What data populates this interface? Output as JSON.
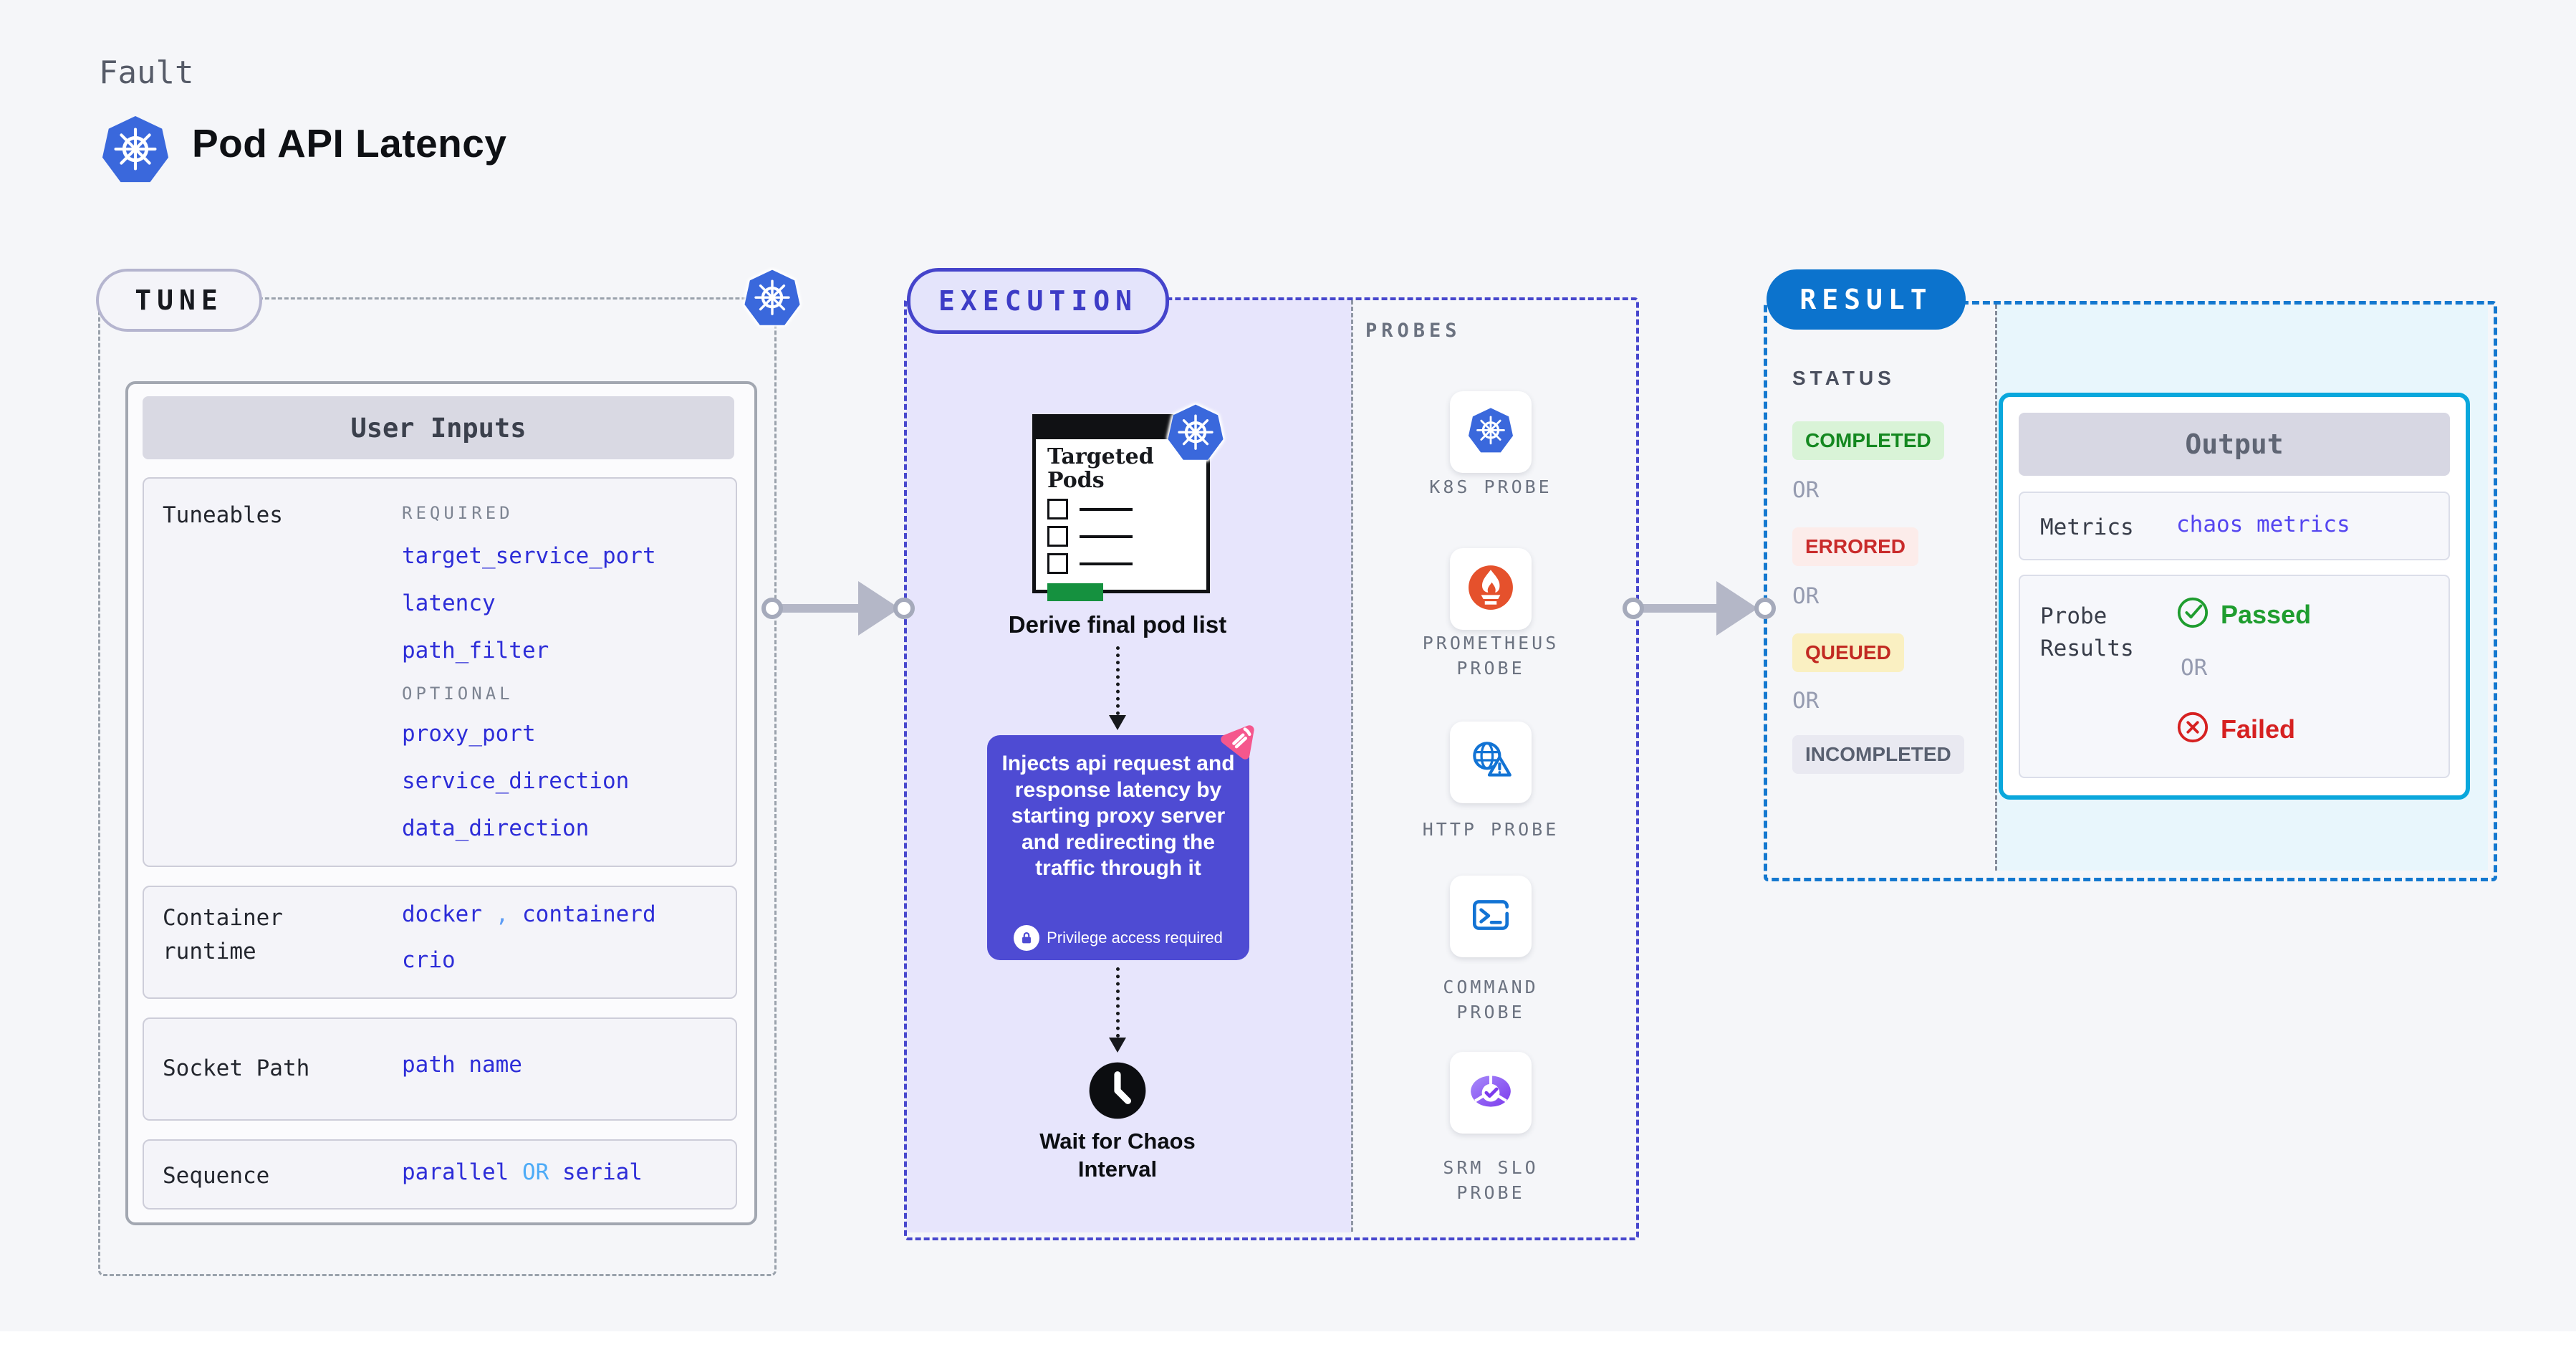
{
  "header": {
    "category": "Fault",
    "title": "Pod API Latency"
  },
  "colors": {
    "k8s_blue": "#3a68dc",
    "execution_indigo": "#4544cb",
    "inject_bg": "#4e4bd3",
    "result_blue": "#0c73cd",
    "output_border": "#0aa7dc",
    "value_blue": "#2d2dd8",
    "or_light_blue": "#4dabf7",
    "completed_green": "#148820",
    "errored_red": "#c92b2b",
    "queued_bg": "#faf0c2",
    "incompleted_gray": "#596070",
    "prometheus_orange": "#e5512c",
    "srm_purple": "#7c3aed",
    "chaos_pink": "#f5578d",
    "passed_green": "#1f9d2f",
    "failed_red": "#d62121"
  },
  "tune": {
    "section_label": "TUNE",
    "user_inputs_title": "User Inputs",
    "tuneables": {
      "label": "Tuneables",
      "required_label": "REQUIRED",
      "required": [
        "target_service_port",
        "latency",
        "path_filter"
      ],
      "optional_label": "OPTIONAL",
      "optional": [
        "proxy_port",
        "service_direction",
        "data_direction"
      ]
    },
    "container_runtime": {
      "label": "Container runtime",
      "docker": "docker",
      "comma": ",",
      "containerd": "containerd",
      "crio": "crio"
    },
    "socket_path": {
      "label": "Socket Path",
      "value": "path name"
    },
    "sequence": {
      "label": "Sequence",
      "parallel": "parallel",
      "or": "OR",
      "serial": "serial"
    }
  },
  "execution": {
    "section_label": "EXECUTION",
    "targeted_pods_title": "Targeted Pods",
    "derive_label": "Derive final pod list",
    "inject_text": "Injects api request and response latency by starting proxy server and redirecting the traffic through it",
    "privilege_label": "Privilege access required",
    "wait_label": "Wait for Chaos Interval",
    "probes_label": "PROBES",
    "probes": [
      {
        "label": "K8S PROBE",
        "icon": "k8s-probe-icon"
      },
      {
        "label": "PROMETHEUS PROBE",
        "icon": "prometheus-probe-icon"
      },
      {
        "label": "HTTP PROBE",
        "icon": "http-probe-icon"
      },
      {
        "label": "COMMAND PROBE",
        "icon": "command-probe-icon"
      },
      {
        "label": "SRM SLO PROBE",
        "icon": "srm-slo-probe-icon"
      }
    ]
  },
  "result": {
    "section_label": "RESULT",
    "status_label": "STATUS",
    "or_label": "OR",
    "statuses": {
      "completed": "COMPLETED",
      "errored": "ERRORED",
      "queued": "QUEUED",
      "incompleted": "INCOMPLETED"
    },
    "output": {
      "title": "Output",
      "metrics_label": "Metrics",
      "metrics_value": "chaos metrics",
      "probe_results_label": "Probe Results",
      "passed": "Passed",
      "or": "OR",
      "failed": "Failed"
    }
  }
}
